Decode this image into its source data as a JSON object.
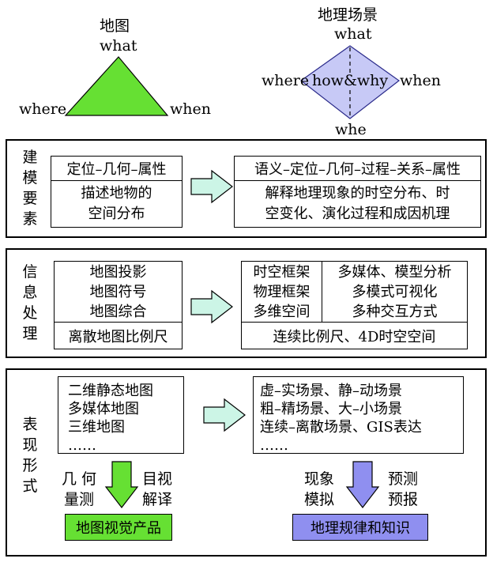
{
  "top": {
    "map_title": "地图",
    "map_what": "what",
    "map_where": "where",
    "map_when": "when",
    "scene_title": "地理场景",
    "scene_what": "what",
    "scene_where": "where",
    "scene_center": "how&why",
    "scene_when": "when",
    "scene_whe": "whe",
    "triangle_color": "#66e033",
    "diamond_color": "#c7c9f6"
  },
  "modeling": {
    "label": [
      "建",
      "模",
      "要",
      "素"
    ],
    "left_top": "定位–几何–属性",
    "left_bottom": [
      "描述地物的",
      "空间分布"
    ],
    "right_top": "语义–定位–几何–过程–关系–属性",
    "right_bottom": [
      "解释地理现象的时空分布、时",
      "空变化、演化过程和成因机理"
    ]
  },
  "processing": {
    "label": [
      "信",
      "息",
      "处",
      "理"
    ],
    "left_top": [
      "地图投影",
      "地图符号",
      "地图综合"
    ],
    "left_bottom": "离散地图比例尺",
    "right_left": [
      "时空框架",
      "物理框架",
      "多维空间"
    ],
    "right_right": [
      "多媒体、模型分析",
      "多模式可视化",
      "多种交互方式"
    ],
    "right_bottom": "连续比例尺、4D时空空间"
  },
  "expression": {
    "label": [
      "表",
      "现",
      "形",
      "式"
    ],
    "left_items": [
      "二维静态地图",
      "多媒体地图",
      "三维地图",
      "……"
    ],
    "right_items": [
      "虚–实场景、静–动场景",
      "粗–精场景、大–小场景",
      "连续–离散场景、GIS表达",
      "……"
    ],
    "left_arrow_left": [
      "几 何",
      "量测"
    ],
    "left_arrow_right": [
      "目视",
      "解译"
    ],
    "right_arrow_left": [
      "现象",
      "模拟"
    ],
    "right_arrow_right": [
      "预测",
      "预报"
    ],
    "left_result": "地图视觉产品",
    "right_result": "地理规律和知识",
    "left_result_color": "#66e033",
    "right_result_color": "#8f8ff0",
    "arrow_mint": "#ccf5e6",
    "arrow_green": "#66e033",
    "arrow_blue": "#8f8ff0"
  }
}
